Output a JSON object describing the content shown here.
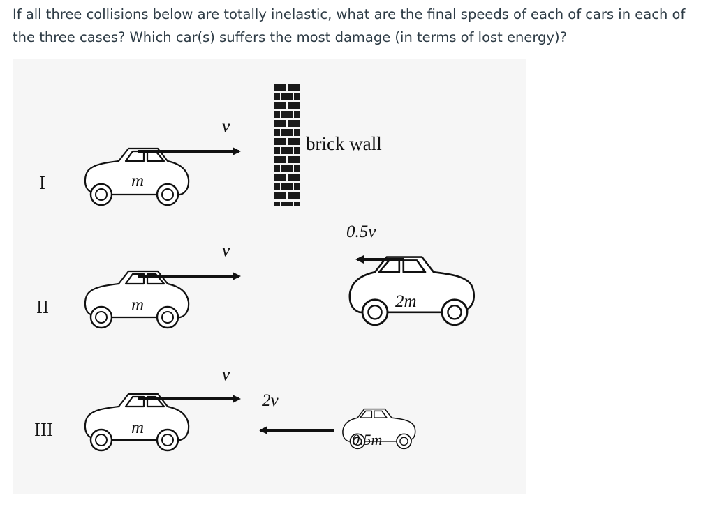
{
  "question": {
    "text": "If all three collisions below are totally inelastic, what are the final speeds of each of cars in each of the three cases? Which car(s) suffers the most damage (in terms of lost energy)?"
  },
  "figure": {
    "case_labels": [
      "I",
      "II",
      "III"
    ],
    "wall_label": "brick wall",
    "case1": {
      "car_mass": "m",
      "velocity": "v"
    },
    "case2": {
      "left_mass": "m",
      "left_velocity": "v",
      "right_mass": "2m",
      "right_velocity": "0.5v"
    },
    "case3": {
      "left_mass": "m",
      "left_velocity": "v",
      "right_mass": "0.5m",
      "right_velocity": "2v"
    }
  }
}
